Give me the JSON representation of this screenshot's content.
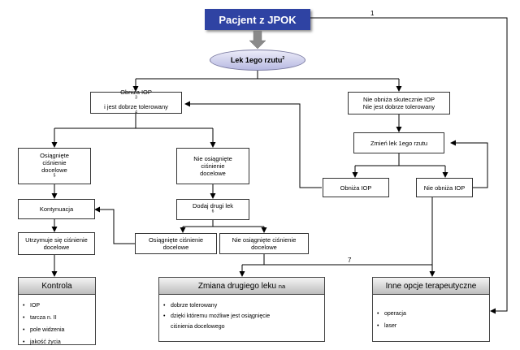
{
  "top": {
    "title": "Pacjent z JPOK",
    "first_drug": "Lek 1ego rzutu",
    "first_drug_sup": "2"
  },
  "lowers": {
    "line1": "Obniża IOP",
    "sup1": "3",
    "line2": "i jest dobrze tolerowany",
    "sup2": "4"
  },
  "not_lowers": {
    "line1": "Nie obniża skutecznie IOP",
    "line2": "Nie jest dobrze tolerowany"
  },
  "reached": {
    "line1": "Osiągnięte",
    "line2": "ciśnienie",
    "line3": "docelowe",
    "sup": "5"
  },
  "not_reached": {
    "line1": "Nie osiągnięte",
    "line2": "ciśnienie",
    "line3": "docelowe"
  },
  "continue": "Kontynuacja",
  "add_drug": {
    "label": "Dodaj drugi lek",
    "sup": "6"
  },
  "maintains": {
    "line1": "Utrzymuje się ciśnienie",
    "line2": "docelowe"
  },
  "reached2": {
    "line1": "Osiągnięte ciśnienie",
    "line2": "docelowe"
  },
  "not_reached2": {
    "line1": "Nie osiągnięte ciśnienie",
    "line2": "docelowe"
  },
  "change_first": "Zmień lek 1ego rzutu",
  "lowers_iop": "Obniża IOP",
  "not_lowers_iop": "Nie obniża IOP",
  "edge_labels": {
    "one": "1",
    "seven": "7"
  },
  "panels": {
    "control": {
      "title": "Kontrola",
      "items": [
        "IOP",
        "tarcza n. II",
        "pole widzenia",
        "jakość życia"
      ]
    },
    "change": {
      "title": "Zmiana drugiego leku",
      "title_suffix": "na",
      "items": [
        "dobrze tolerowany",
        "dzięki któremu możliwe jest osiągnięcie",
        "ciśnienia docelowego"
      ]
    },
    "other": {
      "title": "Inne opcje terapeutyczne",
      "items": [
        "operacja",
        "laser"
      ]
    }
  }
}
